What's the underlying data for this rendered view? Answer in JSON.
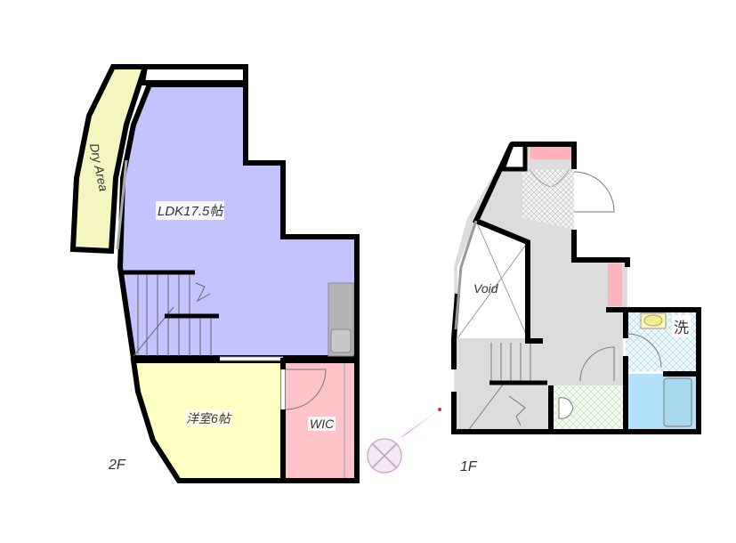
{
  "floors": {
    "second": {
      "label": "2F",
      "rooms": {
        "ldk": "LDK17.5帖",
        "bedroom": "洋室6帖",
        "wic": "WIC",
        "dry_area": "Dry Area"
      }
    },
    "first": {
      "label": "1F",
      "rooms": {
        "void": "Void",
        "washroom": "洗"
      }
    }
  },
  "colors": {
    "ldk": "#c3c3ff",
    "bedroom": "#ffffc3",
    "dry_area": "#f5f5c0",
    "wic": "#ffc3c8",
    "hall": "#dcdcdc",
    "bath": "#b4e1fa",
    "wall": "#000000",
    "compass_arrow": "#e600e6"
  },
  "compass": {
    "icon": "north-arrow-icon"
  }
}
